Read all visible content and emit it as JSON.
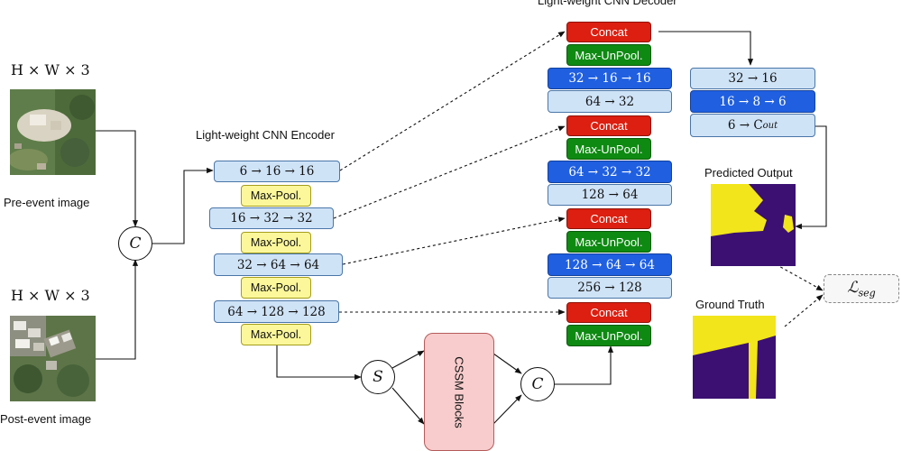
{
  "inputs": {
    "dim_label_pre": "H × W × 3",
    "dim_label_post": "H × W × 3",
    "pre_caption": "Pre-event image",
    "post_caption": "Post-event image"
  },
  "encoder": {
    "title": "Light-weight CNN Encoder",
    "stages": [
      {
        "conv": "6 → 16 → 16",
        "pool": "Max-Pool."
      },
      {
        "conv": "16 → 32 → 32",
        "pool": "Max-Pool."
      },
      {
        "conv": "32 → 64 → 64",
        "pool": "Max-Pool."
      },
      {
        "conv": "64 → 128 → 128",
        "pool": "Max-Pool."
      }
    ]
  },
  "operators": {
    "concat_symbol": "C",
    "split_symbol": "S",
    "concat2_symbol": "C"
  },
  "cssm": {
    "label": "CSSM Blocks"
  },
  "decoder": {
    "title": "Light-weight CNN Decoder",
    "blocks": [
      {
        "concat": "Concat",
        "unpool": "Max-UnPool.",
        "conv_a": "32 → 16 → 16",
        "conv_b": "64 → 32"
      },
      {
        "concat": "Concat",
        "unpool": "Max-UnPool.",
        "conv_a": "64 → 32 → 32",
        "conv_b": "128 → 64"
      },
      {
        "concat": "Concat",
        "unpool": "Max-UnPool.",
        "conv_a": "128 → 64 → 64",
        "conv_b": "256 → 128"
      },
      {
        "concat": "Concat",
        "unpool": "Max-UnPool."
      }
    ]
  },
  "head": {
    "layers": [
      "32 → 16",
      "16 → 8 → 6",
      "6 → C_out"
    ]
  },
  "outputs": {
    "predicted_caption": "Predicted Output",
    "ground_truth_caption": "Ground Truth",
    "loss_label": "L_seg"
  },
  "colors": {
    "encoder_box": "#cfe3f7",
    "decoder_conv": "#1f5fe0",
    "concat": "#dc1f10",
    "unpool": "#0e8a12",
    "pool": "#fbf79a",
    "cssm": "#f8cccc",
    "mask_fg": "#f2e51b",
    "mask_bg": "#3b1072"
  }
}
